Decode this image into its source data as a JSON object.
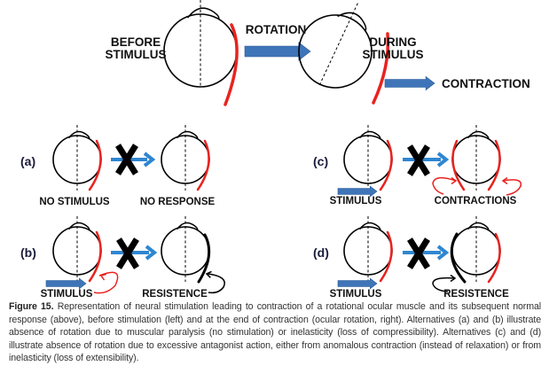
{
  "top": {
    "before_line1": "BEFORE",
    "before_line2": "STIMULUS",
    "rotation": "ROTATION",
    "during_line1": "DURING",
    "during_line2": "STIMULUS",
    "contraction": "CONTRACTION"
  },
  "panels": {
    "a": {
      "label": "(a)",
      "left": "NO STIMULUS",
      "right": "NO RESPONSE"
    },
    "b": {
      "label": "(b)",
      "left": "STIMULUS",
      "right": "RESISTENCE"
    },
    "c": {
      "label": "(c)",
      "left": "STIMULUS",
      "right": "CONTRACTIONS"
    },
    "d": {
      "label": "(d)",
      "left": "STIMULUS",
      "right": "RESISTENCE"
    }
  },
  "caption": {
    "title": "Figure 15.",
    "text": "Representation of neural stimulation leading to contraction of a rotational ocular muscle and its subsequent normal response (above), before stimulation (left) and at the end of contraction (ocular rotation, right). Alternatives (a) and (b) illustrate absence of rotation due to muscular paralysis (no stimulation) or inelasticity (loss of compressibility). Alternatives (c) and (d) illustrate absence of rotation due to excessive antagonist action, either from anomalous contraction (instead of relaxation) or from inelasticity (loss of extensibility)."
  },
  "colors": {
    "muscle": "#e8231f",
    "arrow": "#3f75b8",
    "arrow_small": "#2f86d0",
    "stiff": "#000000"
  }
}
